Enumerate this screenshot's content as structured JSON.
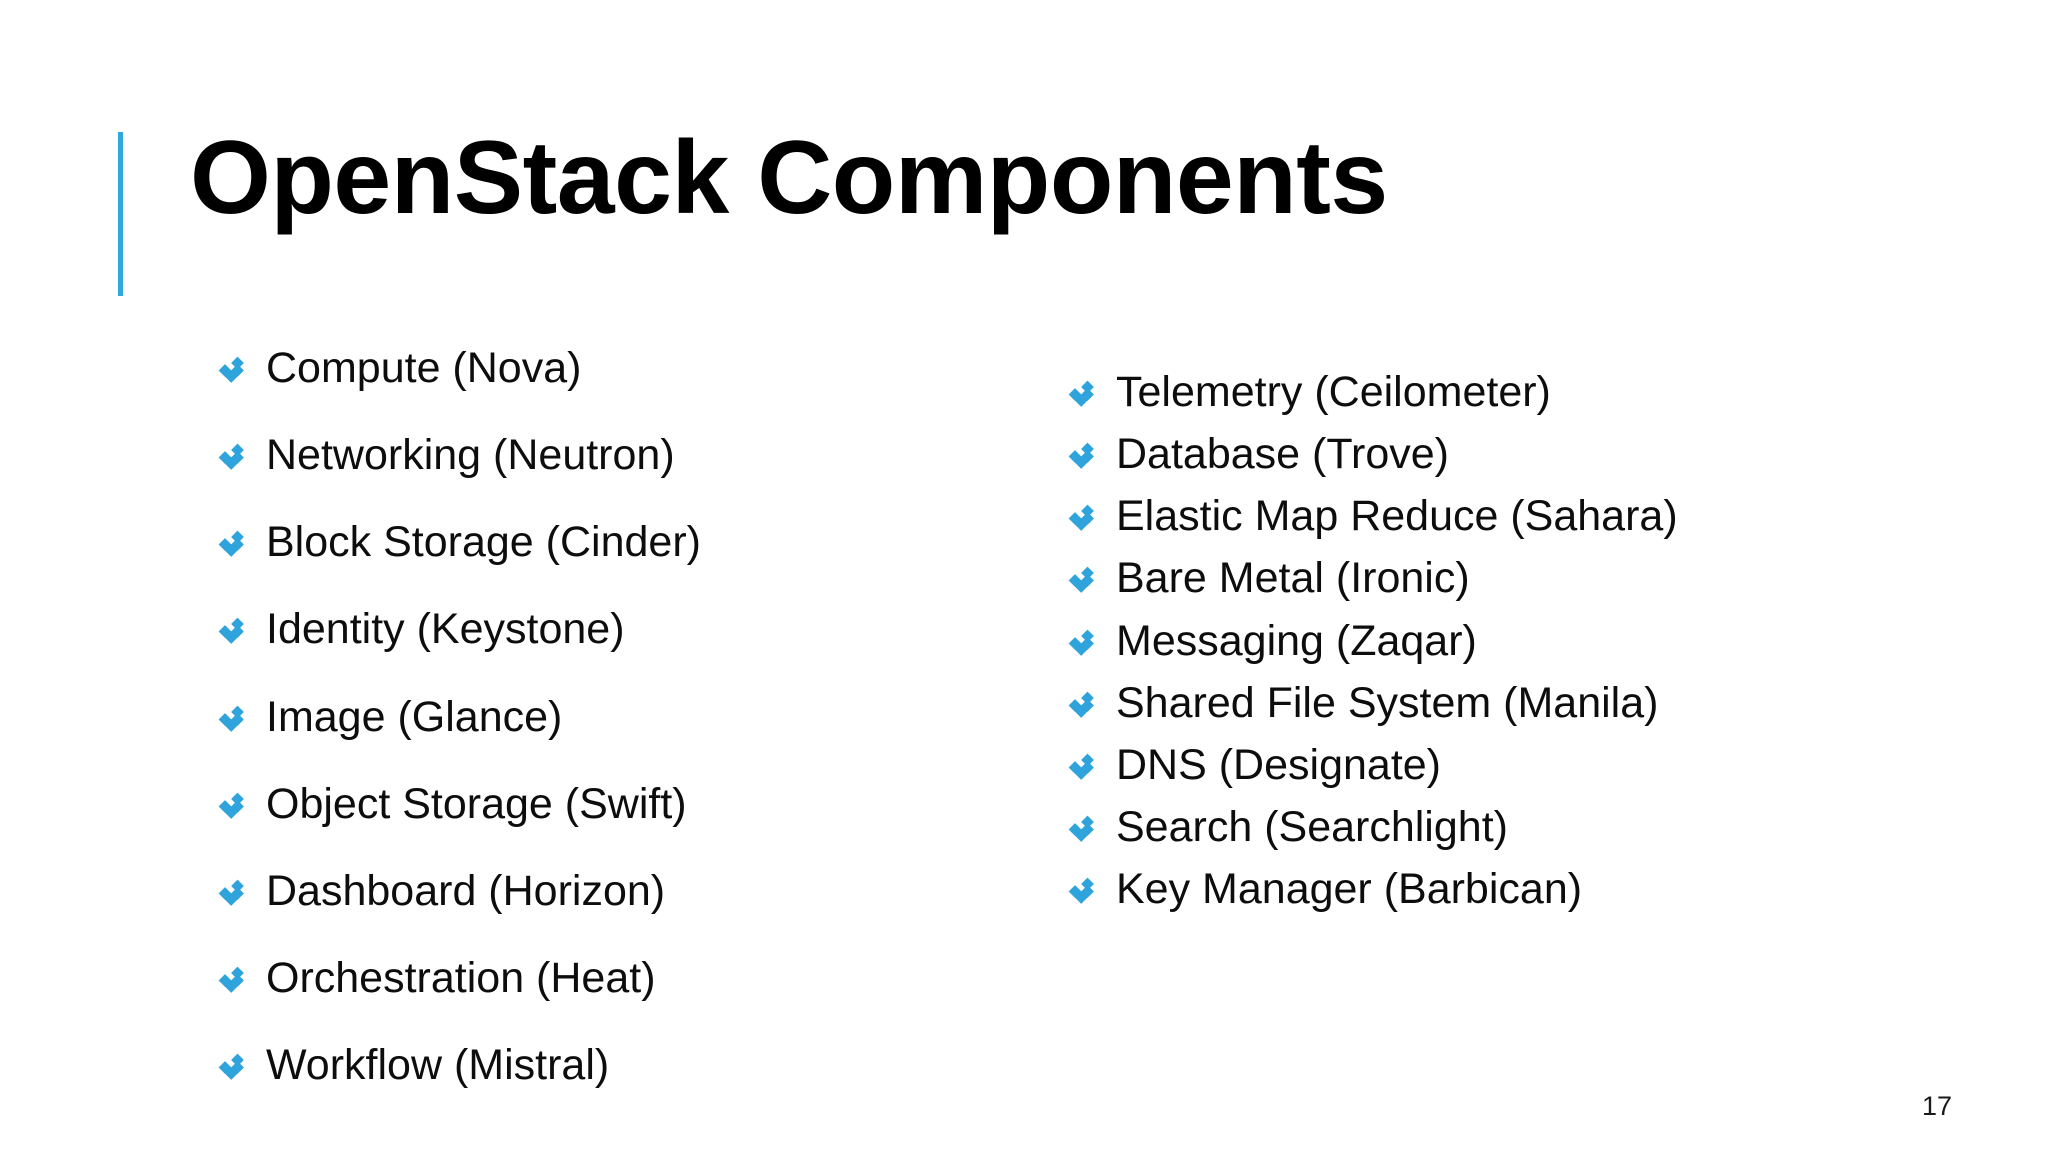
{
  "slide": {
    "title": "OpenStack Components",
    "page_number": "17",
    "background_color": "#ffffff",
    "accent_color": "#2FA8DC",
    "bullet_color": "#2FA3DB",
    "text_color": "#000000",
    "bullet_icon": "four-diamond-bullet-icon",
    "bullet_glyph": "❖"
  },
  "columns": {
    "left": {
      "items": [
        {
          "label": "Compute (Nova)"
        },
        {
          "label": "Networking (Neutron)"
        },
        {
          "label": "Block Storage (Cinder)"
        },
        {
          "label": "Identity (Keystone)"
        },
        {
          "label": "Image (Glance)"
        },
        {
          "label": "Object Storage (Swift)"
        },
        {
          "label": "Dashboard (Horizon)"
        },
        {
          "label": "Orchestration (Heat)"
        },
        {
          "label": "Workflow (Mistral)"
        }
      ]
    },
    "right": {
      "items": [
        {
          "label": "Telemetry (Ceilometer)"
        },
        {
          "label": "Database (Trove)"
        },
        {
          "label": "Elastic Map Reduce (Sahara)"
        },
        {
          "label": "Bare Metal (Ironic)"
        },
        {
          "label": "Messaging (Zaqar)"
        },
        {
          "label": "Shared File System (Manila)"
        },
        {
          "label": "DNS (Designate)"
        },
        {
          "label": "Search (Searchlight)"
        },
        {
          "label": "Key Manager (Barbican)"
        }
      ]
    }
  }
}
